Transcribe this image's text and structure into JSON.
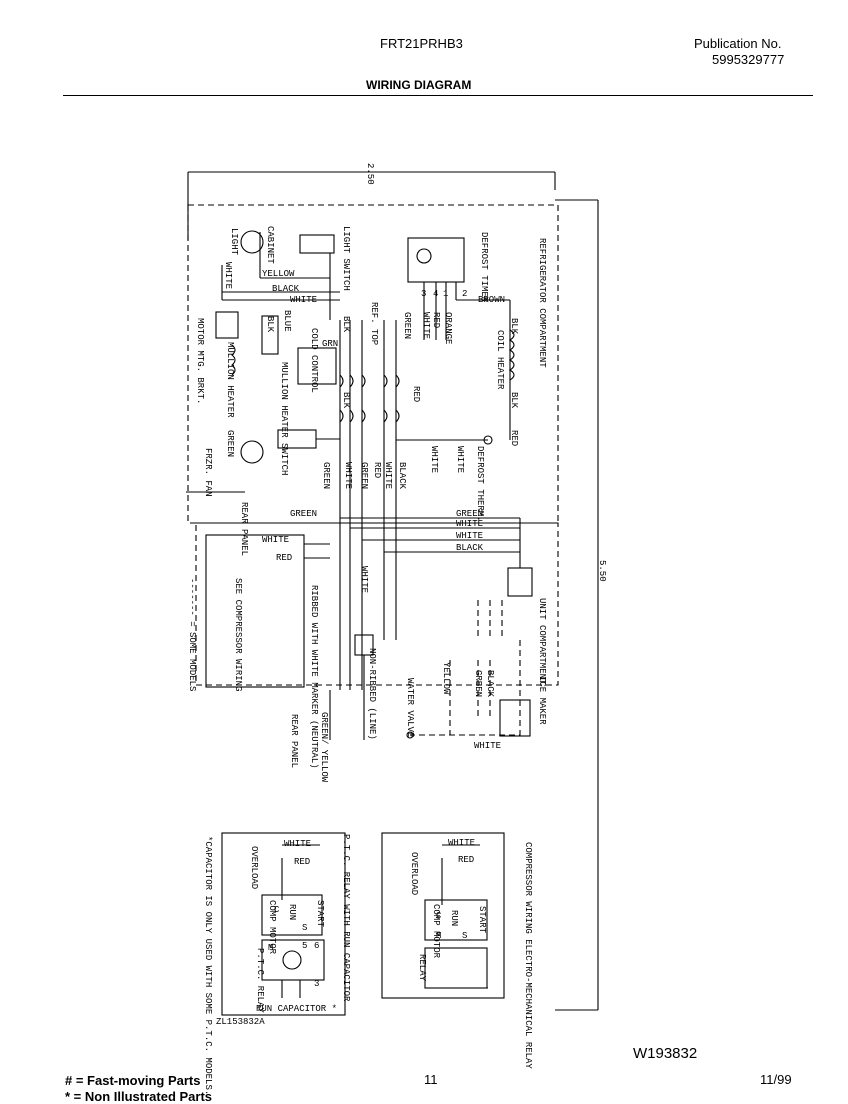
{
  "header": {
    "model": "FRT21PRHB3",
    "publication_label": "Publication No.",
    "publication_number": "5995329777",
    "title": "WIRING DIAGRAM"
  },
  "dimensions": {
    "top": "2.50",
    "right": "5.50"
  },
  "compartments": {
    "refrigerator": "REFRIGERATOR COMPARTMENT",
    "unit": "UNIT COMPARTMENT",
    "some_models": "------- = SOME MODELS"
  },
  "components": {
    "light": "LIGHT",
    "cabinet": "CABINET",
    "light_switch": "LIGHT SWITCH",
    "defrost_timer": "DEFROST TIMER",
    "timer_terminals": [
      "3",
      "4",
      "1",
      "2"
    ],
    "ref_top": "REF. TOP",
    "cold_control": "COLD CONTROL",
    "mullion_heater": "MULLION HEATER",
    "mullion_heater_switch": "MULLION HEATER SWITCH",
    "motor_mtg_brkt": "MOTOR MTG. BRKT.",
    "coil_heater": "COIL HEATER",
    "defrost_therm": "DEFROST THERM.",
    "frzr_fan": "FRZR. FAN",
    "rear_panel_1": "REAR PANEL",
    "rear_panel_2": "REAR PANEL",
    "see_compressor_wiring": "SEE COMPRESSOR WIRING",
    "ribbed_neutral": "RIBBED WITH WHITE MARKER (NEUTRAL)",
    "non_ribbed_line": "NON-RIBBED (LINE)",
    "water_valve": "WATER VALVE",
    "ice_maker": "ICE MAKER"
  },
  "wires": {
    "white": "WHITE",
    "yellow": "YELLOW",
    "black": "BLACK",
    "blk": "BLK",
    "blue": "BLUE",
    "grn": "GRN",
    "green": "GREEN",
    "red": "RED",
    "orange": "ORANGE",
    "brown": "BROWN",
    "green_yellow": "GREEN/ YELLOW"
  },
  "ptc_box": {
    "title": "P.T.C. RELAY WITH RUN CAPACITOR",
    "white": "WHITE",
    "red": "RED",
    "overload": "OVERLOAD",
    "comp_motor": "COMP MOTOR",
    "run": "RUN",
    "start": "START",
    "c": "C",
    "s": "S",
    "m": "M",
    "ptc_relay": "P.T.C. RELAY",
    "run_capacitor": "RUN CAPACITOR *",
    "pins": [
      "5",
      "6",
      "3"
    ],
    "note": "*CAPACITOR IS ONLY USED WITH SOME P.T.C. MODELS."
  },
  "em_box": {
    "title": "COMPRESSOR WIRING ELECTRO-MECHANICAL RELAY",
    "white": "WHITE",
    "red": "RED",
    "overload": "OVERLOAD",
    "comp_motor": "COMP MOTOR",
    "run": "RUN",
    "start": "START",
    "c": "C",
    "s": "S",
    "m": "M",
    "relay": "RELAY"
  },
  "drawing_number_small": "ZL153832A",
  "drawing_number": "W193832",
  "footer": {
    "legend_1": "# = Fast-moving Parts",
    "legend_2": "* = Non Illustrated Parts",
    "page_number": "11",
    "date": "11/99"
  }
}
